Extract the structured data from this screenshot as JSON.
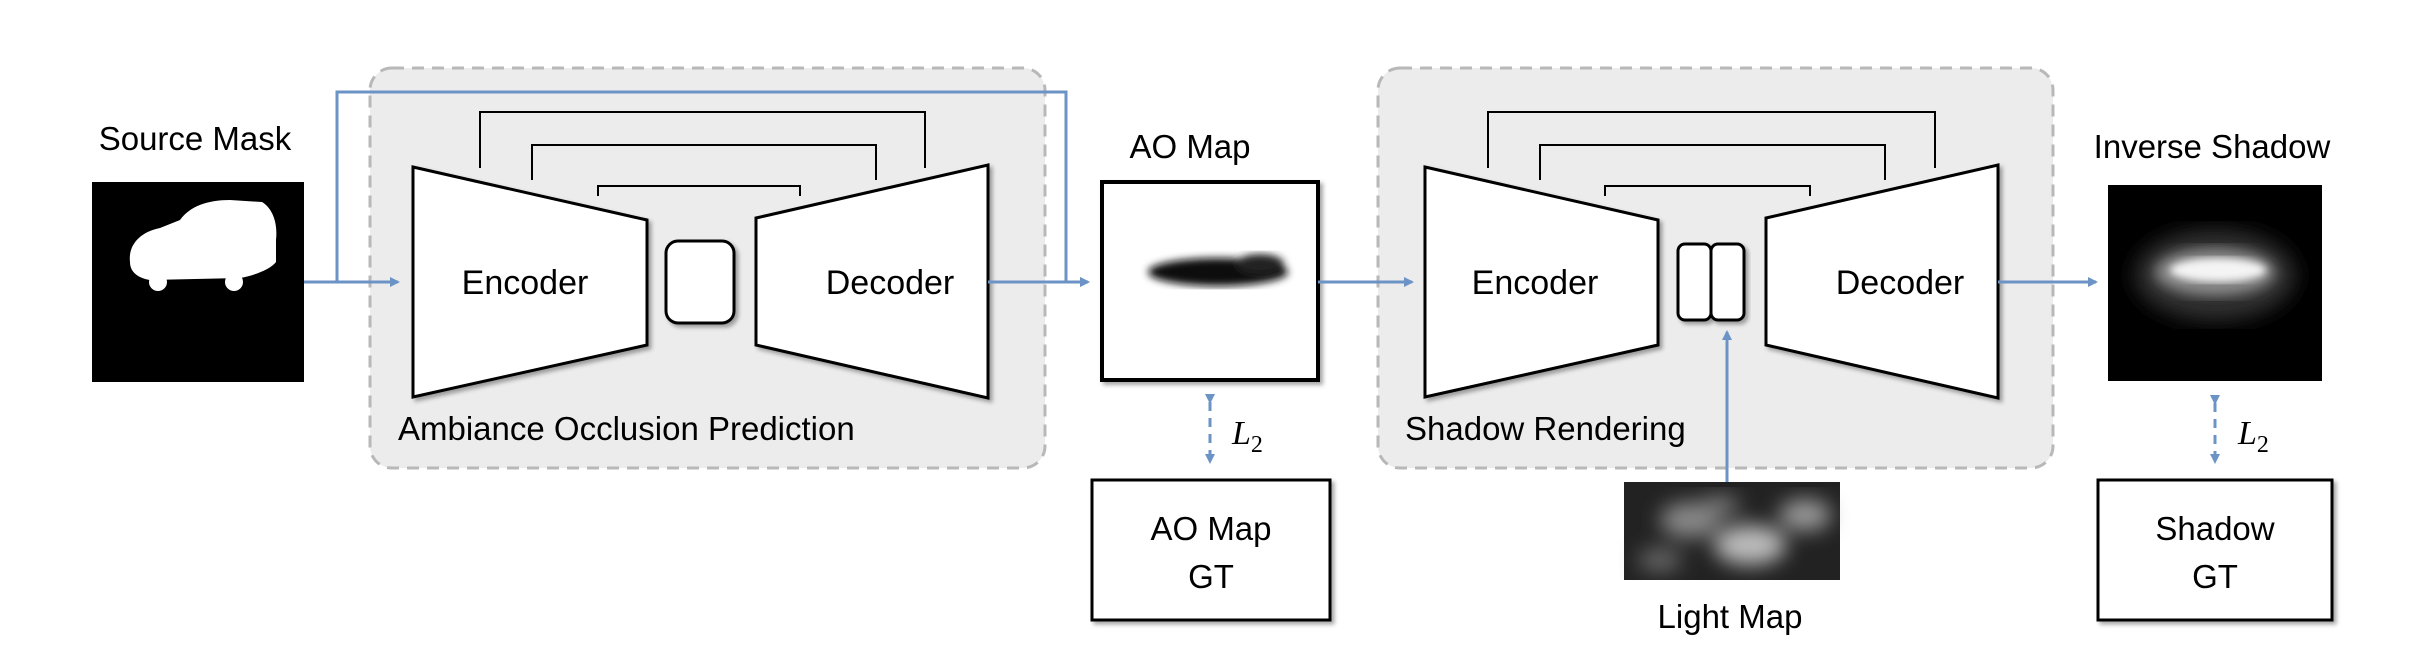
{
  "labels": {
    "source_mask": "Source Mask",
    "ao_map": "AO Map",
    "inverse_shadow": "Inverse Shadow",
    "light_map": "Light Map",
    "encoder_1": "Encoder",
    "decoder_1": "Decoder",
    "encoder_2": "Encoder",
    "decoder_2": "Decoder",
    "ao_module": "Ambiance Occlusion Prediction",
    "shadow_module": "Shadow Rendering",
    "ao_gt_line1": "AO Map",
    "ao_gt_line2": "GT",
    "shadow_gt_line1": "Shadow",
    "shadow_gt_line2": "GT",
    "loss_1": "L",
    "loss_1_sub": "2",
    "loss_2": "L",
    "loss_2_sub": "2"
  },
  "colors": {
    "arrow": "#6b93c6",
    "module_fill": "#ececec",
    "module_border": "#b8b8b8"
  }
}
